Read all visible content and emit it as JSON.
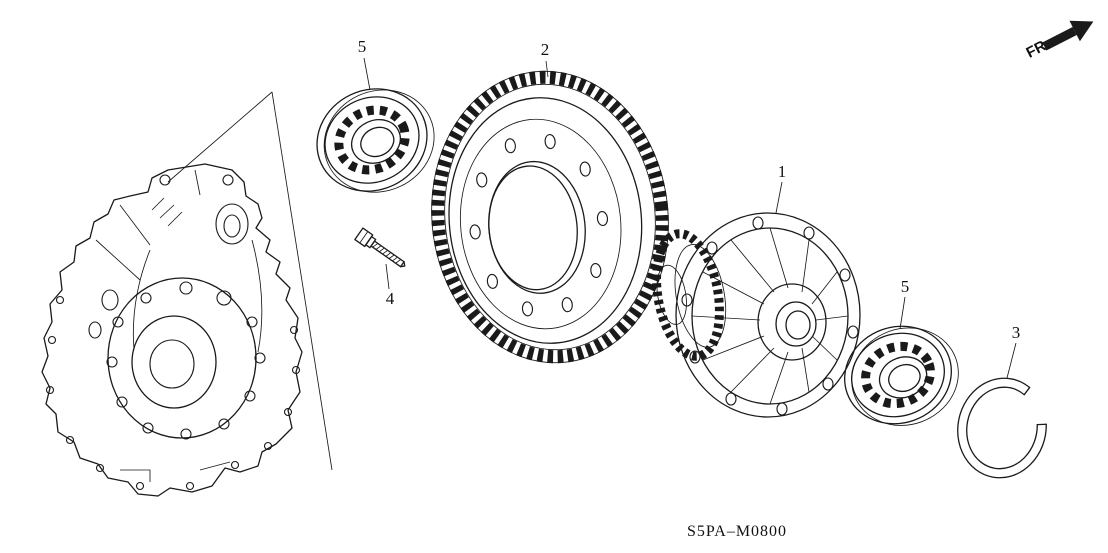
{
  "diagram": {
    "code": "S5PA–M0800",
    "fr_label": "FR.",
    "colors": {
      "line": "#1a1a1a",
      "background": "#ffffff"
    },
    "callouts": [
      {
        "label": "5",
        "part": "bearing-front"
      },
      {
        "label": "2",
        "part": "ring-gear"
      },
      {
        "label": "4",
        "part": "flange-bolt"
      },
      {
        "label": "1",
        "part": "differential-assembly"
      },
      {
        "label": "5",
        "part": "bearing-rear"
      },
      {
        "label": "3",
        "part": "snap-ring"
      }
    ]
  }
}
